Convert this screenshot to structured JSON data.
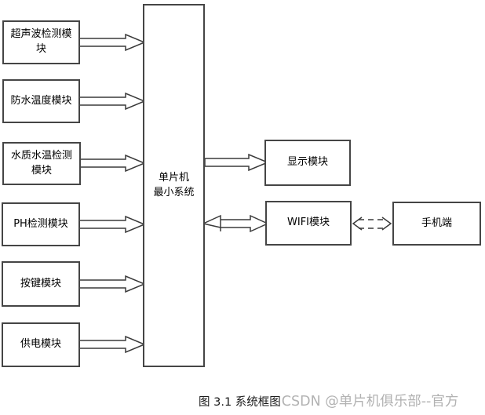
{
  "diagram": {
    "title_caption": "图 3.1  系统框图",
    "watermark": "CSDN @单片机俱乐部--官方",
    "left_modules": [
      {
        "label": "超声波检测模块"
      },
      {
        "label": "防水温度模块"
      },
      {
        "label": "水质水温检测模块"
      },
      {
        "label": "PH检测模块"
      },
      {
        "label": "按键模块"
      },
      {
        "label": "供电模块"
      }
    ],
    "center_module": {
      "label": "单片机\n最小系统"
    },
    "right_modules": [
      {
        "label": "显示模块"
      },
      {
        "label": "WIFI模块"
      },
      {
        "label": "手机端"
      }
    ],
    "connections": [
      "超声波检测模块 → 单片机最小系统",
      "防水温度模块 → 单片机最小系统",
      "水质水温检测模块 → 单片机最小系统",
      "PH检测模块 → 单片机最小系统",
      "按键模块 → 单片机最小系统",
      "供电模块 → 单片机最小系统",
      "单片机最小系统 → 显示模块",
      "单片机最小系统 ↔ WIFI模块",
      "WIFI模块 ↔ 手机端 (无线/虚线)"
    ],
    "colors": {
      "background": "#ffffff",
      "box_border": "#454545",
      "arrow_outline": "#3a3a3a",
      "caption": "#1a1a1a",
      "watermark": "#b2b2b2"
    }
  }
}
